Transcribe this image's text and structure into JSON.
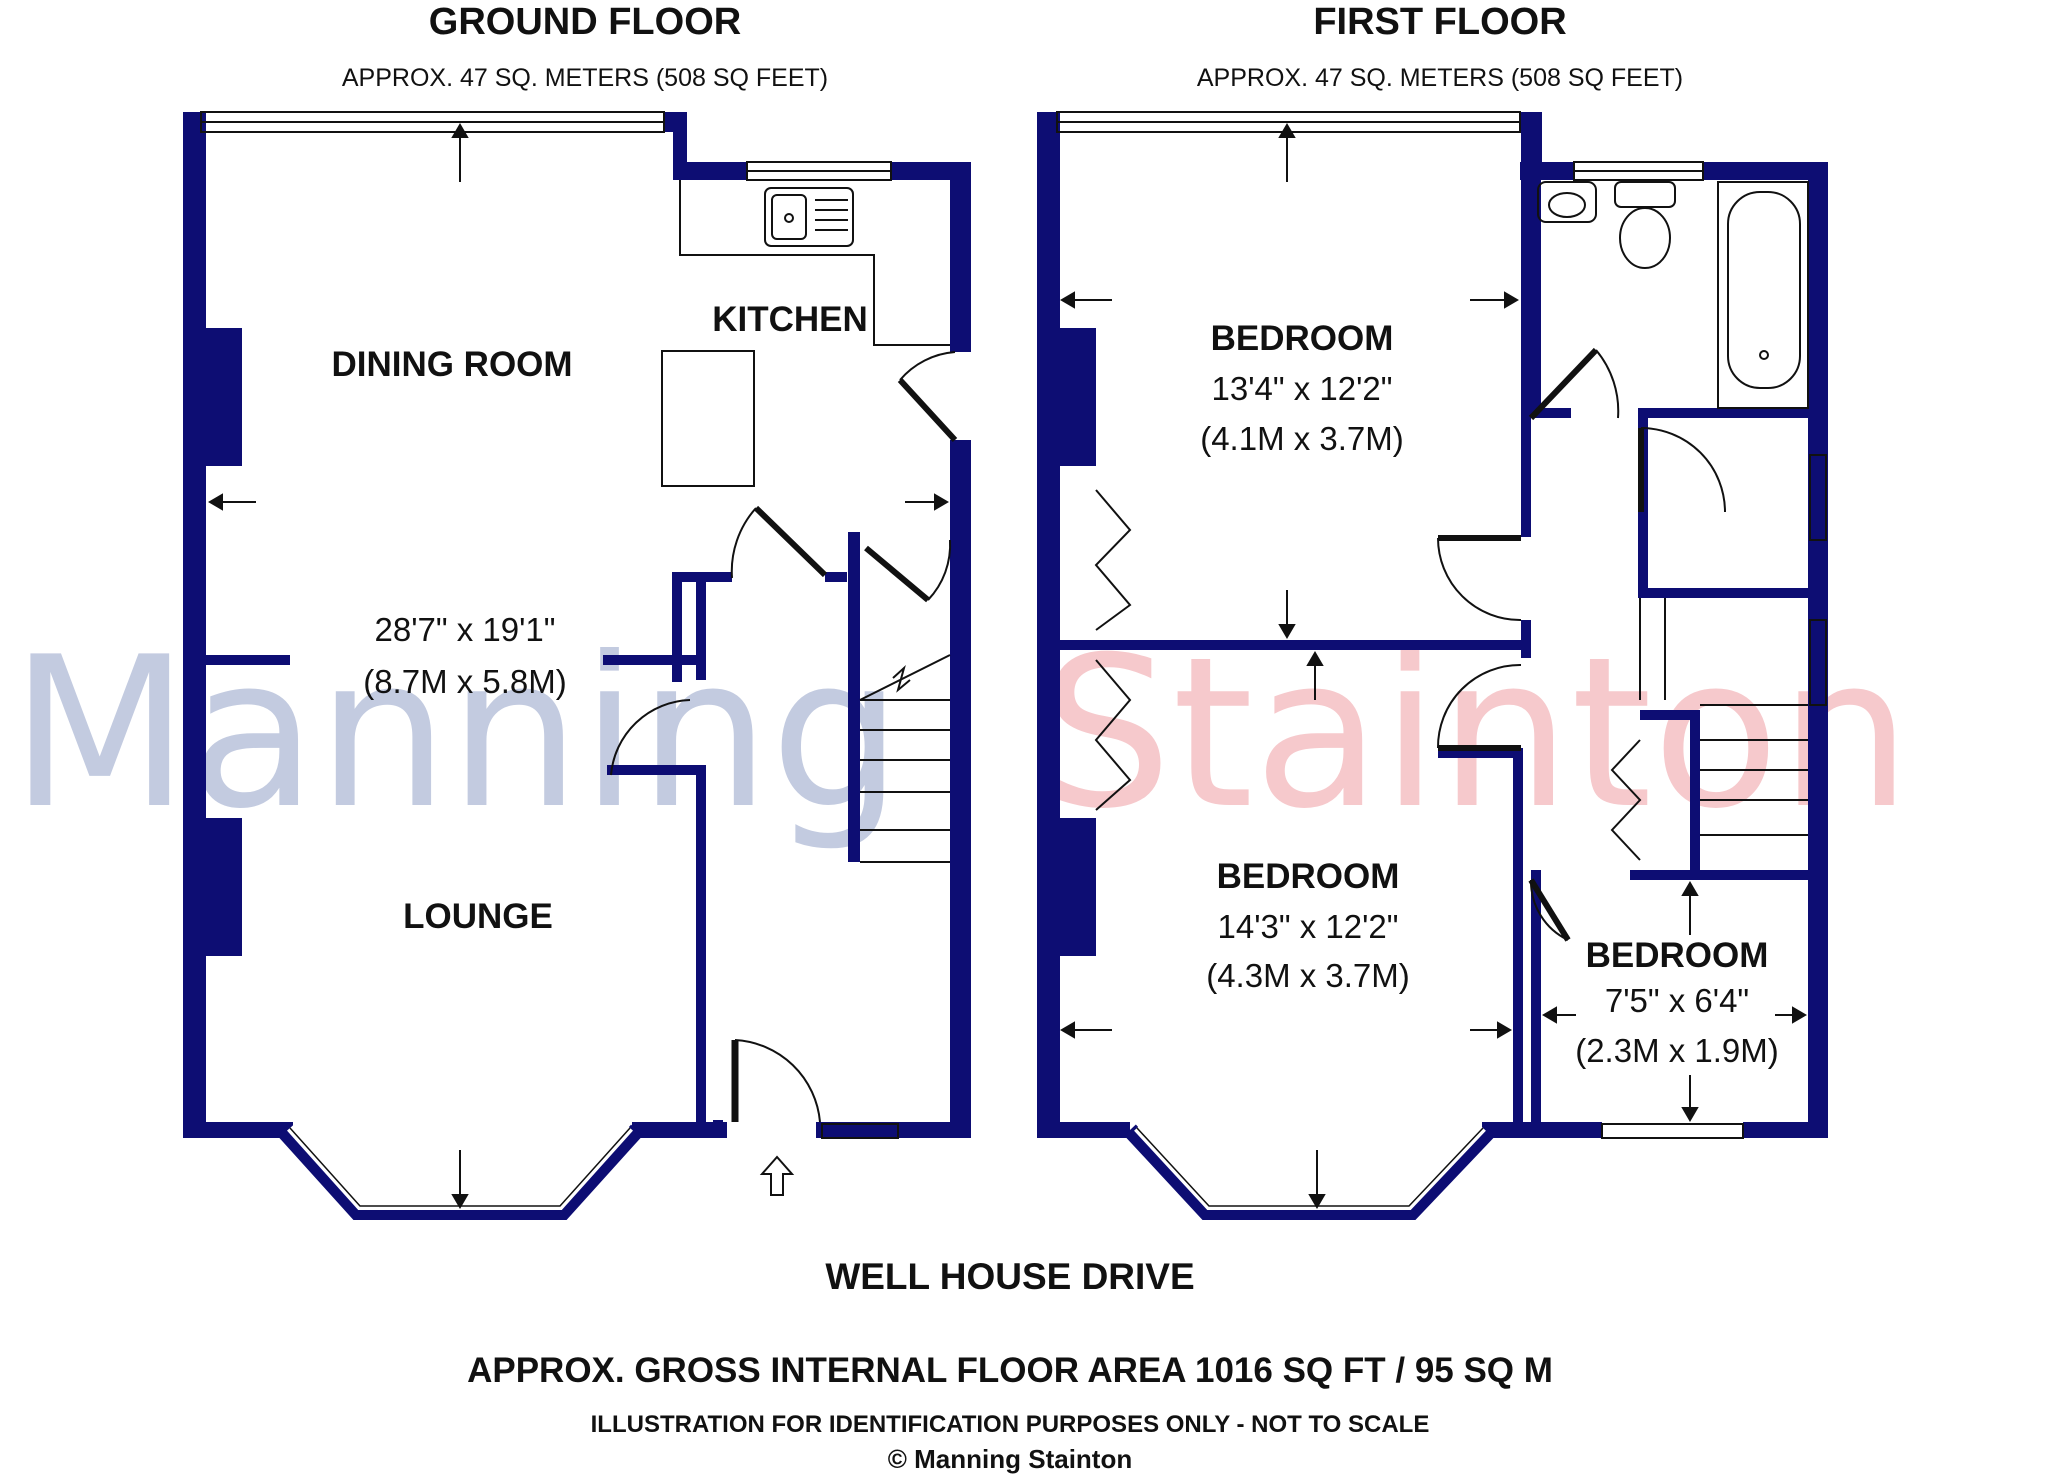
{
  "watermark": {
    "left": "Manning",
    "right": "Stainton",
    "left_color": "#c3cbe0",
    "right_color": "#f6c9cc"
  },
  "colors": {
    "wall": "#0d0d73",
    "line": "#111111",
    "text": "#111111"
  },
  "ground_floor": {
    "title": "GROUND FLOOR",
    "area": "APPROX. 47 SQ. METERS (508 SQ FEET)",
    "dining_room": {
      "name": "DINING ROOM"
    },
    "kitchen": {
      "name": "KITCHEN"
    },
    "shared_dim": {
      "imperial": "28'7\" x 19'1\"",
      "metric": "(8.7M x 5.8M)"
    },
    "lounge": {
      "name": "LOUNGE"
    }
  },
  "first_floor": {
    "title": "FIRST FLOOR",
    "area": "APPROX. 47 SQ. METERS (508 SQ FEET)",
    "bedroom_1": {
      "name": "BEDROOM",
      "imperial": "13'4\" x 12'2\"",
      "metric": "(4.1M x 3.7M)"
    },
    "bedroom_2": {
      "name": "BEDROOM",
      "imperial": "14'3\" x 12'2\"",
      "metric": "(4.3M x 3.7M)"
    },
    "bedroom_3": {
      "name": "BEDROOM",
      "imperial": "7'5\" x 6'4\"",
      "metric": "(2.3M x 1.9M)"
    }
  },
  "footer": {
    "street": "WELL HOUSE DRIVE",
    "gross_area": "APPROX. GROSS INTERNAL FLOOR AREA 1016 SQ FT / 95 SQ M",
    "disclaimer": "ILLUSTRATION FOR IDENTIFICATION PURPOSES ONLY - NOT TO SCALE",
    "copyright": "© Manning Stainton"
  }
}
